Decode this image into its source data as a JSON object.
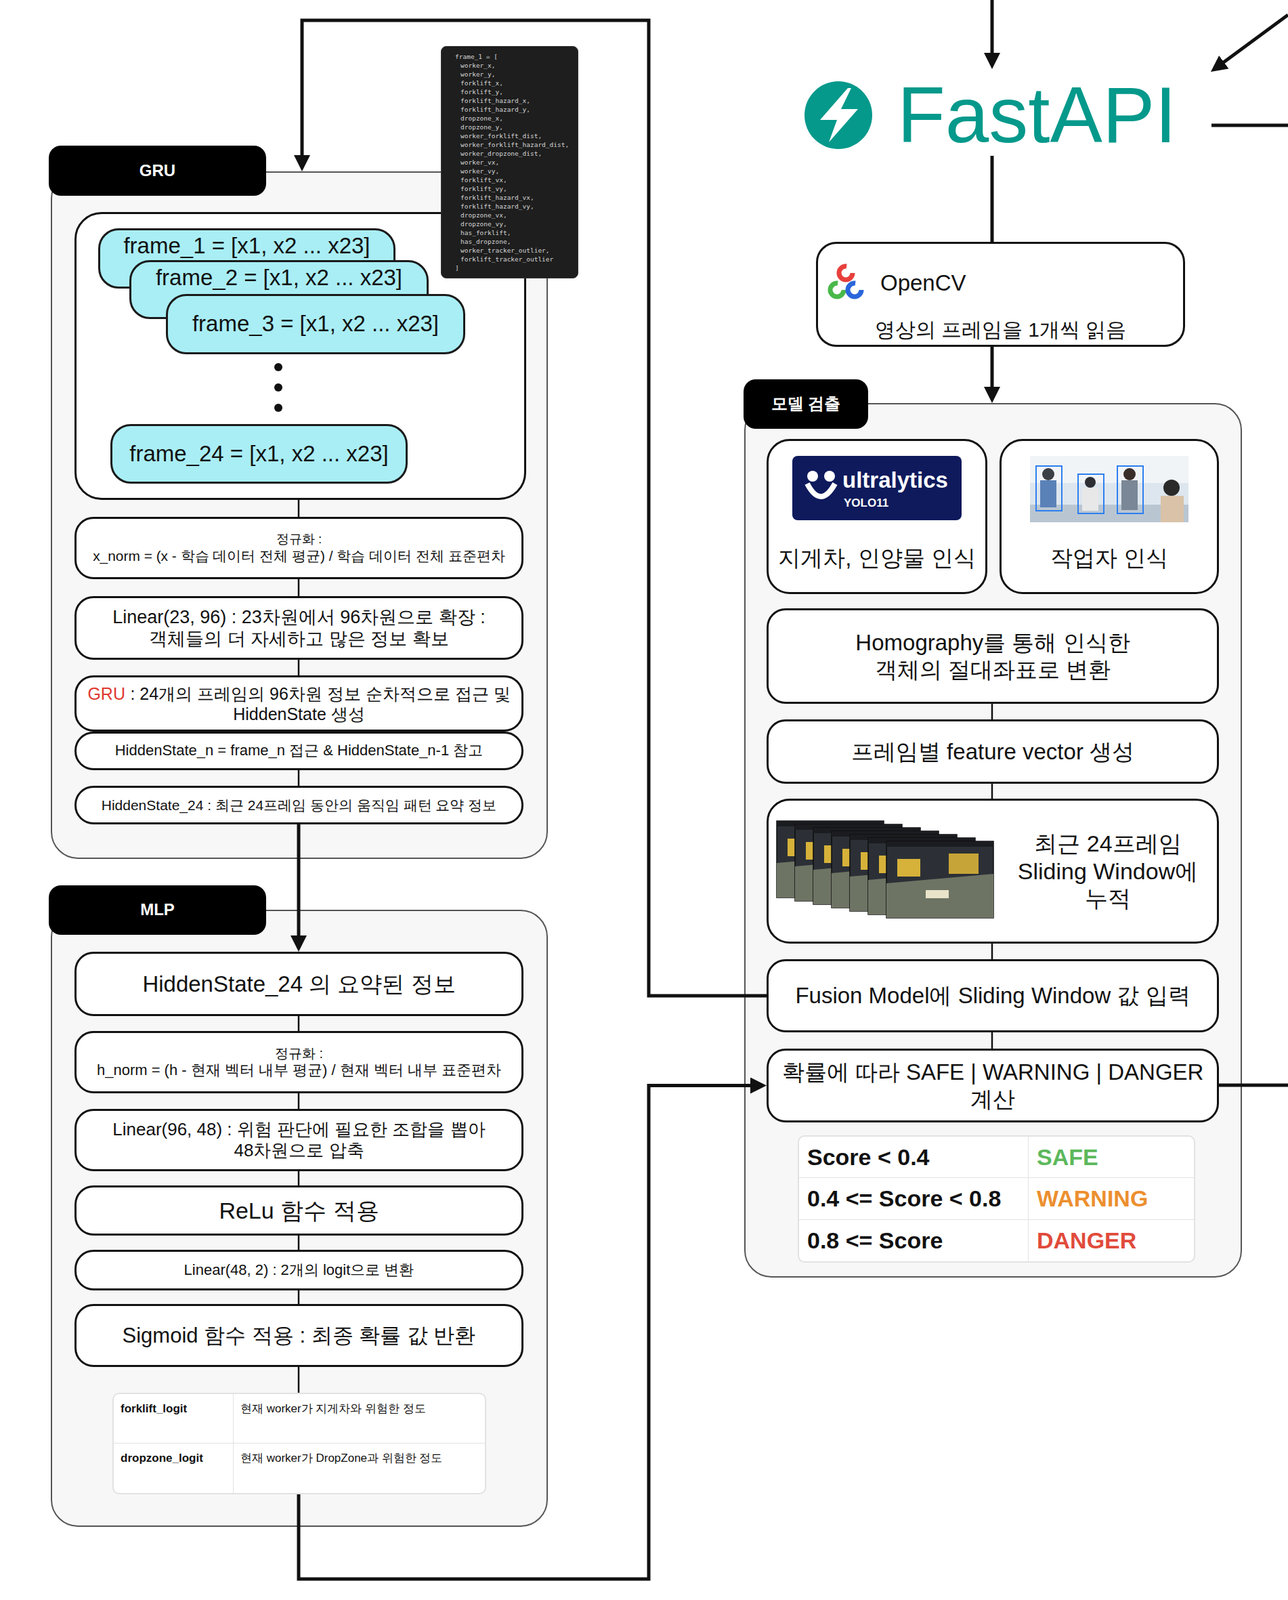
{
  "diagram": {
    "nodes": [
      {
        "text": [
          "FastAPI"
        ]
      },
      {
        "text": [
          "OpenCV",
          "영상의 프레임을 1개씩 읽음"
        ]
      },
      {
        "text": [
          "모델 검출"
        ]
      },
      {
        "text": [
          "지게차, 인양물 인식"
        ],
        "in": 2
      },
      {
        "text": [
          "ultralytics",
          "YOLO11"
        ],
        "in": 3
      },
      {
        "text": [
          "작업자 인식"
        ],
        "in": 2
      },
      {
        "text": [
          "Homography를 통해 인식한 객체의 절대좌표로 변환"
        ],
        "in": 2
      },
      {
        "text": [
          "프레임별 feature vector 생성"
        ],
        "in": 2
      },
      {
        "text": [
          "최근 24프레임 Sliding Window에 누적"
        ],
        "in": 2
      },
      {
        "text": [
          "Fusion Model에 Sliding Window 값 입력"
        ],
        "in": 2
      },
      {
        "text": [
          "확률에 따라 SAFE | WARNING | DANGER 계산"
        ],
        "in": 2
      },
      {
        "text": [
          "GRU"
        ]
      },
      {
        "text": [
          "frame_1 = [",
          "worker_x,",
          "worker_y,",
          "forklift_x,",
          "forklift_y,",
          "forklift_hazard_x,",
          "forklift_hazard_y,",
          "dropzone_x,",
          "dropzone_y,",
          "worker_forklift_dist,",
          "worker_forklift_hazard_dist,",
          "worker_dropzone_dist,",
          "worker_vx,",
          "worker_vy,",
          "forklift_vx,",
          "forklift_vy,",
          "forklift_hazard_vx,",
          "forklift_hazard_vy,",
          "dropzone_vx,",
          "dropzone_vy,",
          "has_forklift,",
          "has_dropzone,",
          "worker_tracker_outlier,",
          "forklift_tracker_outlier",
          "]"
        ]
      },
      {
        "text": [],
        "in": 11
      },
      {
        "text": [
          "frame_1 = [x1, x2 ... x23]"
        ],
        "in": 13
      },
      {
        "text": [
          "frame_2 = [x1, x2 ... x23]"
        ],
        "in": 13
      },
      {
        "text": [
          "frame_3 = [x1, x2 ... x23]"
        ],
        "in": 13
      },
      {
        "text": [
          "frame_24 = [x1, x2 ... x23]"
        ],
        "in": 13
      },
      {
        "text": [
          "정규화 :",
          "x_norm = (x - 학습 데이터 전체 평균) / 학습 데이터 전체 표준편차"
        ],
        "in": 11
      },
      {
        "text": [
          "Linear(23, 96) : 23차원에서 96차원으로 확장 : 객체들의 더 자세하고 많은 정보 확보"
        ],
        "in": 11
      },
      {
        "text": [
          "GRU",
          ": 24개의 프레임의 96차원 정보 순차적으로 접근 및 HiddenState 생성"
        ],
        "in": 11
      },
      {
        "text": [
          "HiddenState_n = frame_n 접근 & HiddenState_n-1 참고"
        ],
        "in": 11
      },
      {
        "text": [
          "HiddenState_24 : 최근 24프레임 동안의 움직임 패턴 요약 정보"
        ],
        "in": 11
      },
      {
        "text": [
          "MLP"
        ]
      },
      {
        "text": [
          "HiddenState_24 의 요약된 정보"
        ],
        "in": 23
      },
      {
        "text": [
          "정규화 :",
          "h_norm = (h - 현재 벡터 내부 평균) / 현재 벡터 내부 표준편차"
        ],
        "in": 23
      },
      {
        "text": [
          "Linear(96, 48) : 위험 판단에 필요한 조합을 뽑아 48차원으로 압축"
        ],
        "in": 23
      },
      {
        "text": [
          "ReLu 함수 적용"
        ],
        "in": 23
      },
      {
        "text": [
          "Linear(48, 2) : 2개의 logit으로 변환"
        ],
        "in": 23
      },
      {
        "text": [
          "Sigmoid 함수 적용 : 최종 확률 값 반환"
        ],
        "in": 23
      }
    ],
    "edges": [
      {
        "from": 0,
        "to": 1,
        "arrow": "none"
      },
      {
        "from": 1,
        "to": 2,
        "arrow": "to"
      },
      {
        "from": 6,
        "to": 7,
        "arrow": "none"
      },
      {
        "from": 7,
        "to": 8,
        "arrow": "none"
      },
      {
        "from": 8,
        "to": 9,
        "arrow": "none"
      },
      {
        "from": 9,
        "to": 10,
        "arrow": "none"
      },
      {
        "from": 9,
        "to": 11,
        "arrow": "to"
      },
      {
        "from": 13,
        "to": 18,
        "arrow": "none"
      },
      {
        "from": 18,
        "to": 19,
        "arrow": "none"
      },
      {
        "from": 19,
        "to": 20,
        "arrow": "none"
      },
      {
        "from": 21,
        "to": 22,
        "arrow": "none"
      },
      {
        "from": 22,
        "to": 24,
        "arrow": "to"
      },
      {
        "from": 24,
        "to": 25,
        "arrow": "none"
      },
      {
        "from": 25,
        "to": 26,
        "arrow": "none"
      },
      {
        "from": 26,
        "to": 27,
        "arrow": "none"
      },
      {
        "from": 27,
        "to": 28,
        "arrow": "none"
      },
      {
        "from": 28,
        "to": 29,
        "arrow": "none"
      },
      {
        "from": 23,
        "to": 10,
        "arrow": "to"
      }
    ],
    "labels": [
      "Score < 0.4",
      "SAFE",
      "0.4 <= Score < 0.8",
      "WARNING",
      "0.8 <= Score",
      "DANGER",
      "forklift_logit",
      "현재 worker가 지게차와 위험한 정도",
      "dropzone_logit",
      "현재 worker가 DropZone과 위험한 정도"
    ]
  }
}
